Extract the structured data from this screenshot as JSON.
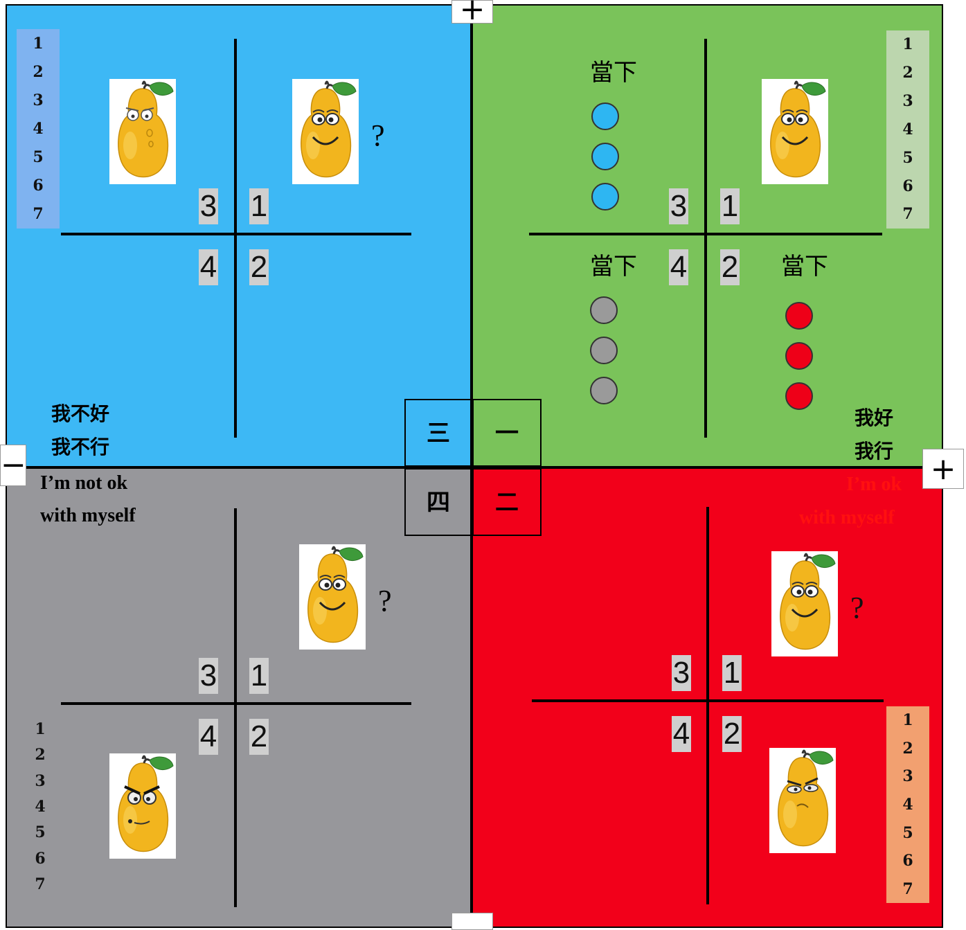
{
  "colors": {
    "q1_green": "#7ac35a",
    "q2_red": "#f2001a",
    "q3_blue": "#3db8f5",
    "q4_gray": "#97979b",
    "dot_blue": "#2eb6f2",
    "dot_gray": "#9a9a9a",
    "dot_red": "#ee0018"
  },
  "edge_markers": {
    "top": "+",
    "left": "−",
    "right": "+",
    "bottom": ""
  },
  "center_labels": {
    "one": "一",
    "two": "二",
    "three": "三",
    "four": "四"
  },
  "scale_numbers": [
    "1",
    "2",
    "3",
    "4",
    "5",
    "6",
    "7"
  ],
  "sub_quadrant_numbers": {
    "n1": "1",
    "n2": "2",
    "n3": "3",
    "n4": "4"
  },
  "question_mark": "?",
  "now_label": "當下",
  "top_left": {
    "label_line1": "我不好",
    "label_line2": "我不行",
    "pears": [
      "worried-pear-icon",
      "happy-pear-icon"
    ]
  },
  "top_right": {
    "label_line1": "我好",
    "label_line2": "我行",
    "pears": [
      "happy-pear-icon"
    ],
    "dots": {
      "blue": 3,
      "gray": 3,
      "red": 3
    }
  },
  "bottom_left": {
    "label_line1": "I’m not ok",
    "label_line2": "with myself",
    "pears": [
      "happy-pear-icon",
      "angry-pear-icon"
    ]
  },
  "bottom_right": {
    "label_line1": "I’m ok",
    "label_line2": "with myself",
    "pears": [
      "happy-pear-icon",
      "annoyed-pear-icon"
    ]
  }
}
